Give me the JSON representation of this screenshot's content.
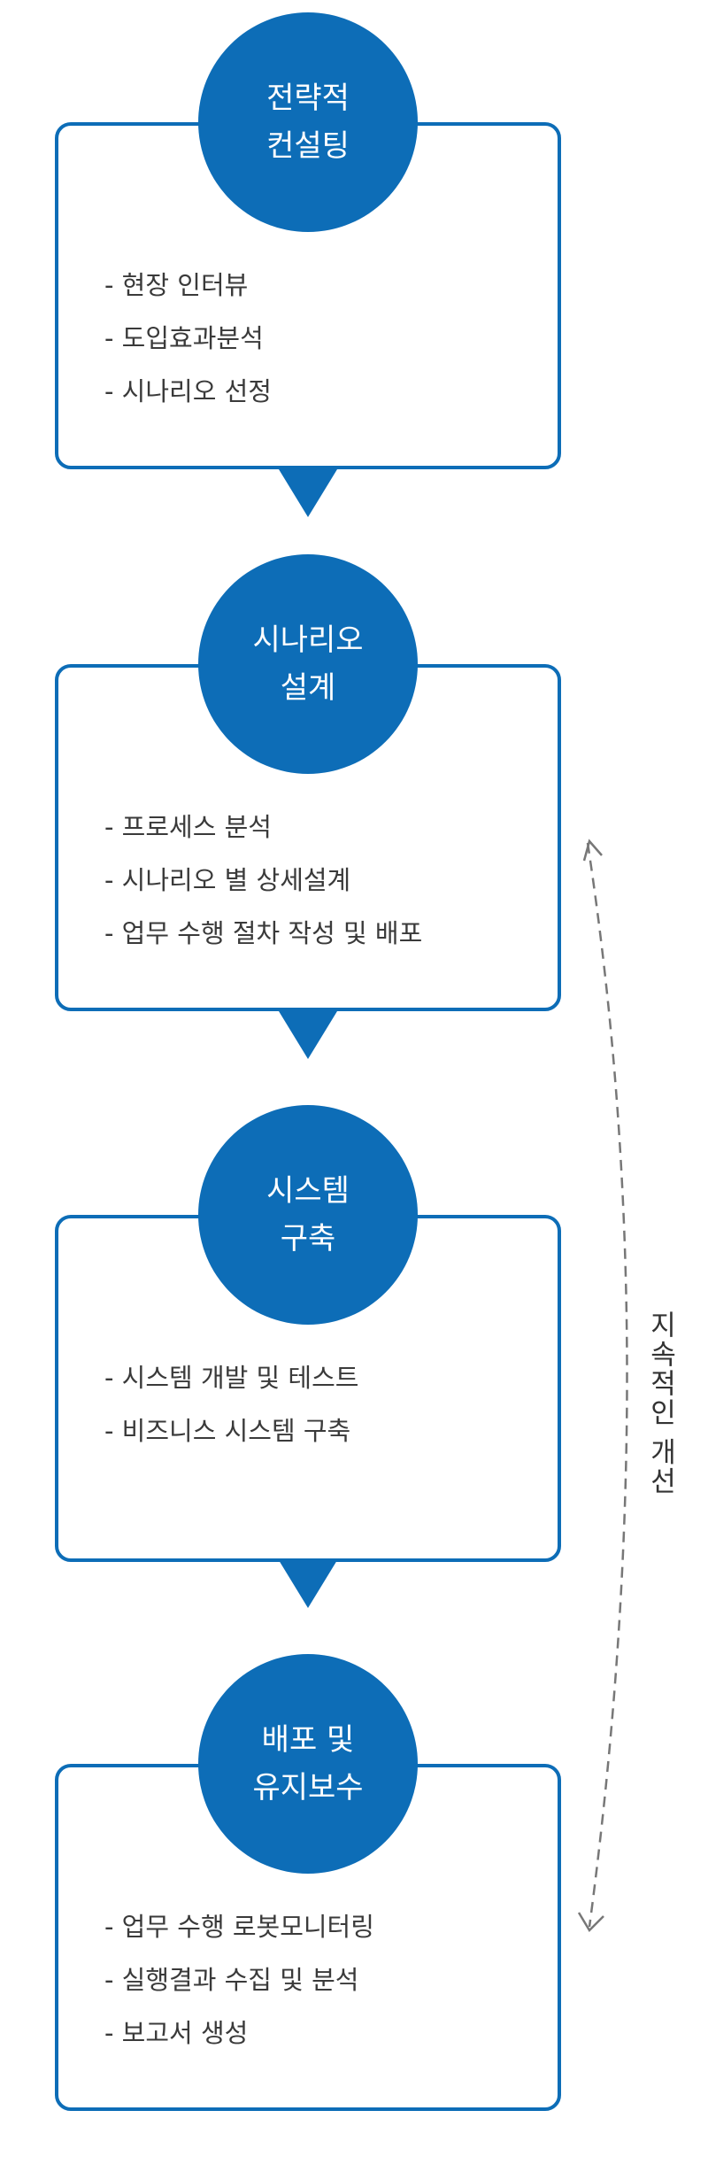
{
  "steps": [
    {
      "title": "전략적\n컨설팅",
      "items": [
        "- 현장 인터뷰",
        "- 도입효과분석",
        "- 시나리오 선정"
      ]
    },
    {
      "title": "시나리오\n설계",
      "items": [
        "- 프로세스 분석",
        "- 시나리오 별 상세설계",
        "- 업무 수행 절차 작성 및 배포"
      ]
    },
    {
      "title": "시스템\n구축",
      "items": [
        "- 시스템 개발 및 테스트",
        "- 비즈니스 시스템 구축"
      ]
    },
    {
      "title": "배포 및\n유지보수",
      "items": [
        "- 업무 수행 로봇모니터링",
        "- 실행결과 수집 및 분석",
        "- 보고서 생성"
      ]
    }
  ],
  "loop": {
    "label": "지속적인 개선"
  },
  "colors": {
    "primary": "#0d6db7",
    "text": "#3a3a3a",
    "dash": "#777777"
  }
}
